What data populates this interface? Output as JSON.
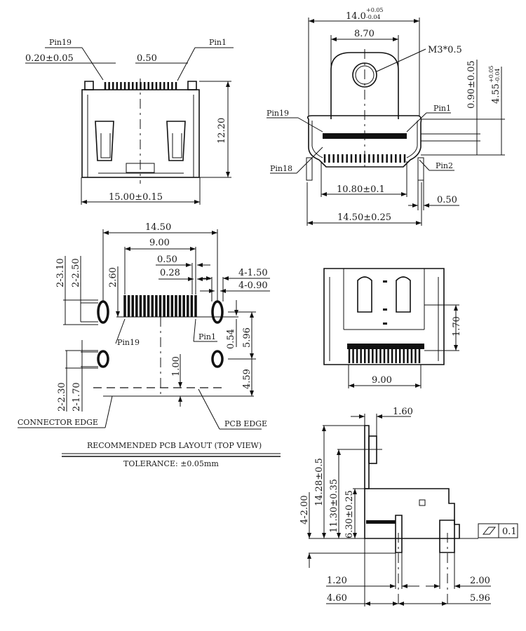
{
  "front_view": {
    "pin19": "Pin19",
    "pin1": "Pin1",
    "pin_width": "0.20±0.05",
    "pitch": "0.50",
    "height": "12.20",
    "width": "15.00±0.15"
  },
  "top_view": {
    "overall_width": "14.0",
    "overall_tol_plus": "+0.05",
    "overall_tol_minus": "-0.04",
    "tab_width": "8.70",
    "thread": "M3*0.5",
    "pin19": "Pin19",
    "pin1": "Pin1",
    "pin18": "Pin18",
    "pin2": "Pin2",
    "row_offset": "0.90±0.05",
    "depth": "4.55",
    "depth_tol_plus": "+0.05",
    "depth_tol_minus": "-0.04",
    "pin_span": "10.80±0.1",
    "leg_width": "0.50",
    "leg_span": "14.50±0.25"
  },
  "pcb_layout": {
    "leg_pitch": "14.50",
    "pin_span": "9.00",
    "pitch": "0.50",
    "pad_width": "0.28",
    "slot_outer": "4-1.50",
    "slot_inner": "4-0.90",
    "rear_slot_outer": "2-3.10",
    "rear_slot_inner": "2-2.50",
    "pad_length": "2.60",
    "front_slot_outer": "2-2.30",
    "front_slot_inner": "2-1.70",
    "pin19": "Pin19",
    "pin1": "Pin1",
    "offset_054": "0.54",
    "row_spacing": "5.96",
    "edge_spacing": "4.59",
    "edge_offset": "1.00",
    "connector_edge": "CONNECTOR EDGE",
    "pcb_edge": "PCB EDGE",
    "title": "RECOMMENDED PCB LAYOUT (TOP VIEW)",
    "tolerance": "TOLERANCE: ±0.05mm"
  },
  "rear_view": {
    "pin_height": "1.70",
    "pin_span": "9.00"
  },
  "side_view": {
    "plate_thickness": "1.60",
    "overall_height": "14.28±0.5",
    "hole_height": "11.30±0.35",
    "body_height": "6.30±0.25",
    "leg_length": "4-2.00",
    "flatness": "0.1",
    "dim_120": "1.20",
    "dim_200": "2.00",
    "dim_460": "4.60",
    "dim_596": "5.96"
  }
}
